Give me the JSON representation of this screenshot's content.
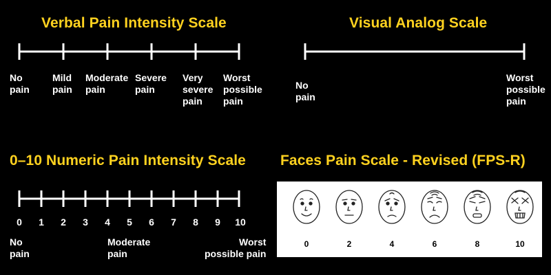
{
  "verbal_scale": {
    "title": "Verbal Pain Intensity Scale",
    "labels": [
      "No\npain",
      "Mild\npain",
      "Moderate\npain",
      "Severe\npain",
      "Very\nsevere\npain",
      "Worst\npossible\npain"
    ]
  },
  "visual_analog_scale": {
    "title": "Visual Analog Scale",
    "left_label": "No\npain",
    "right_label": "Worst\npossible\npain"
  },
  "numeric_scale": {
    "title": "0–10 Numeric Pain Intensity Scale",
    "numbers": [
      "0",
      "1",
      "2",
      "3",
      "4",
      "5",
      "6",
      "7",
      "8",
      "9",
      "10"
    ],
    "left_label": "No\npain",
    "middle_label": "Moderate\npain",
    "right_label": "Worst\npossible pain"
  },
  "faces_scale": {
    "title": "Faces Pain Scale  - Revised (FPS-R)",
    "scores": [
      "0",
      "2",
      "4",
      "6",
      "8",
      "10"
    ]
  },
  "colors": {
    "title": "#ffd21f",
    "text": "#ffffff",
    "background": "#000000"
  }
}
